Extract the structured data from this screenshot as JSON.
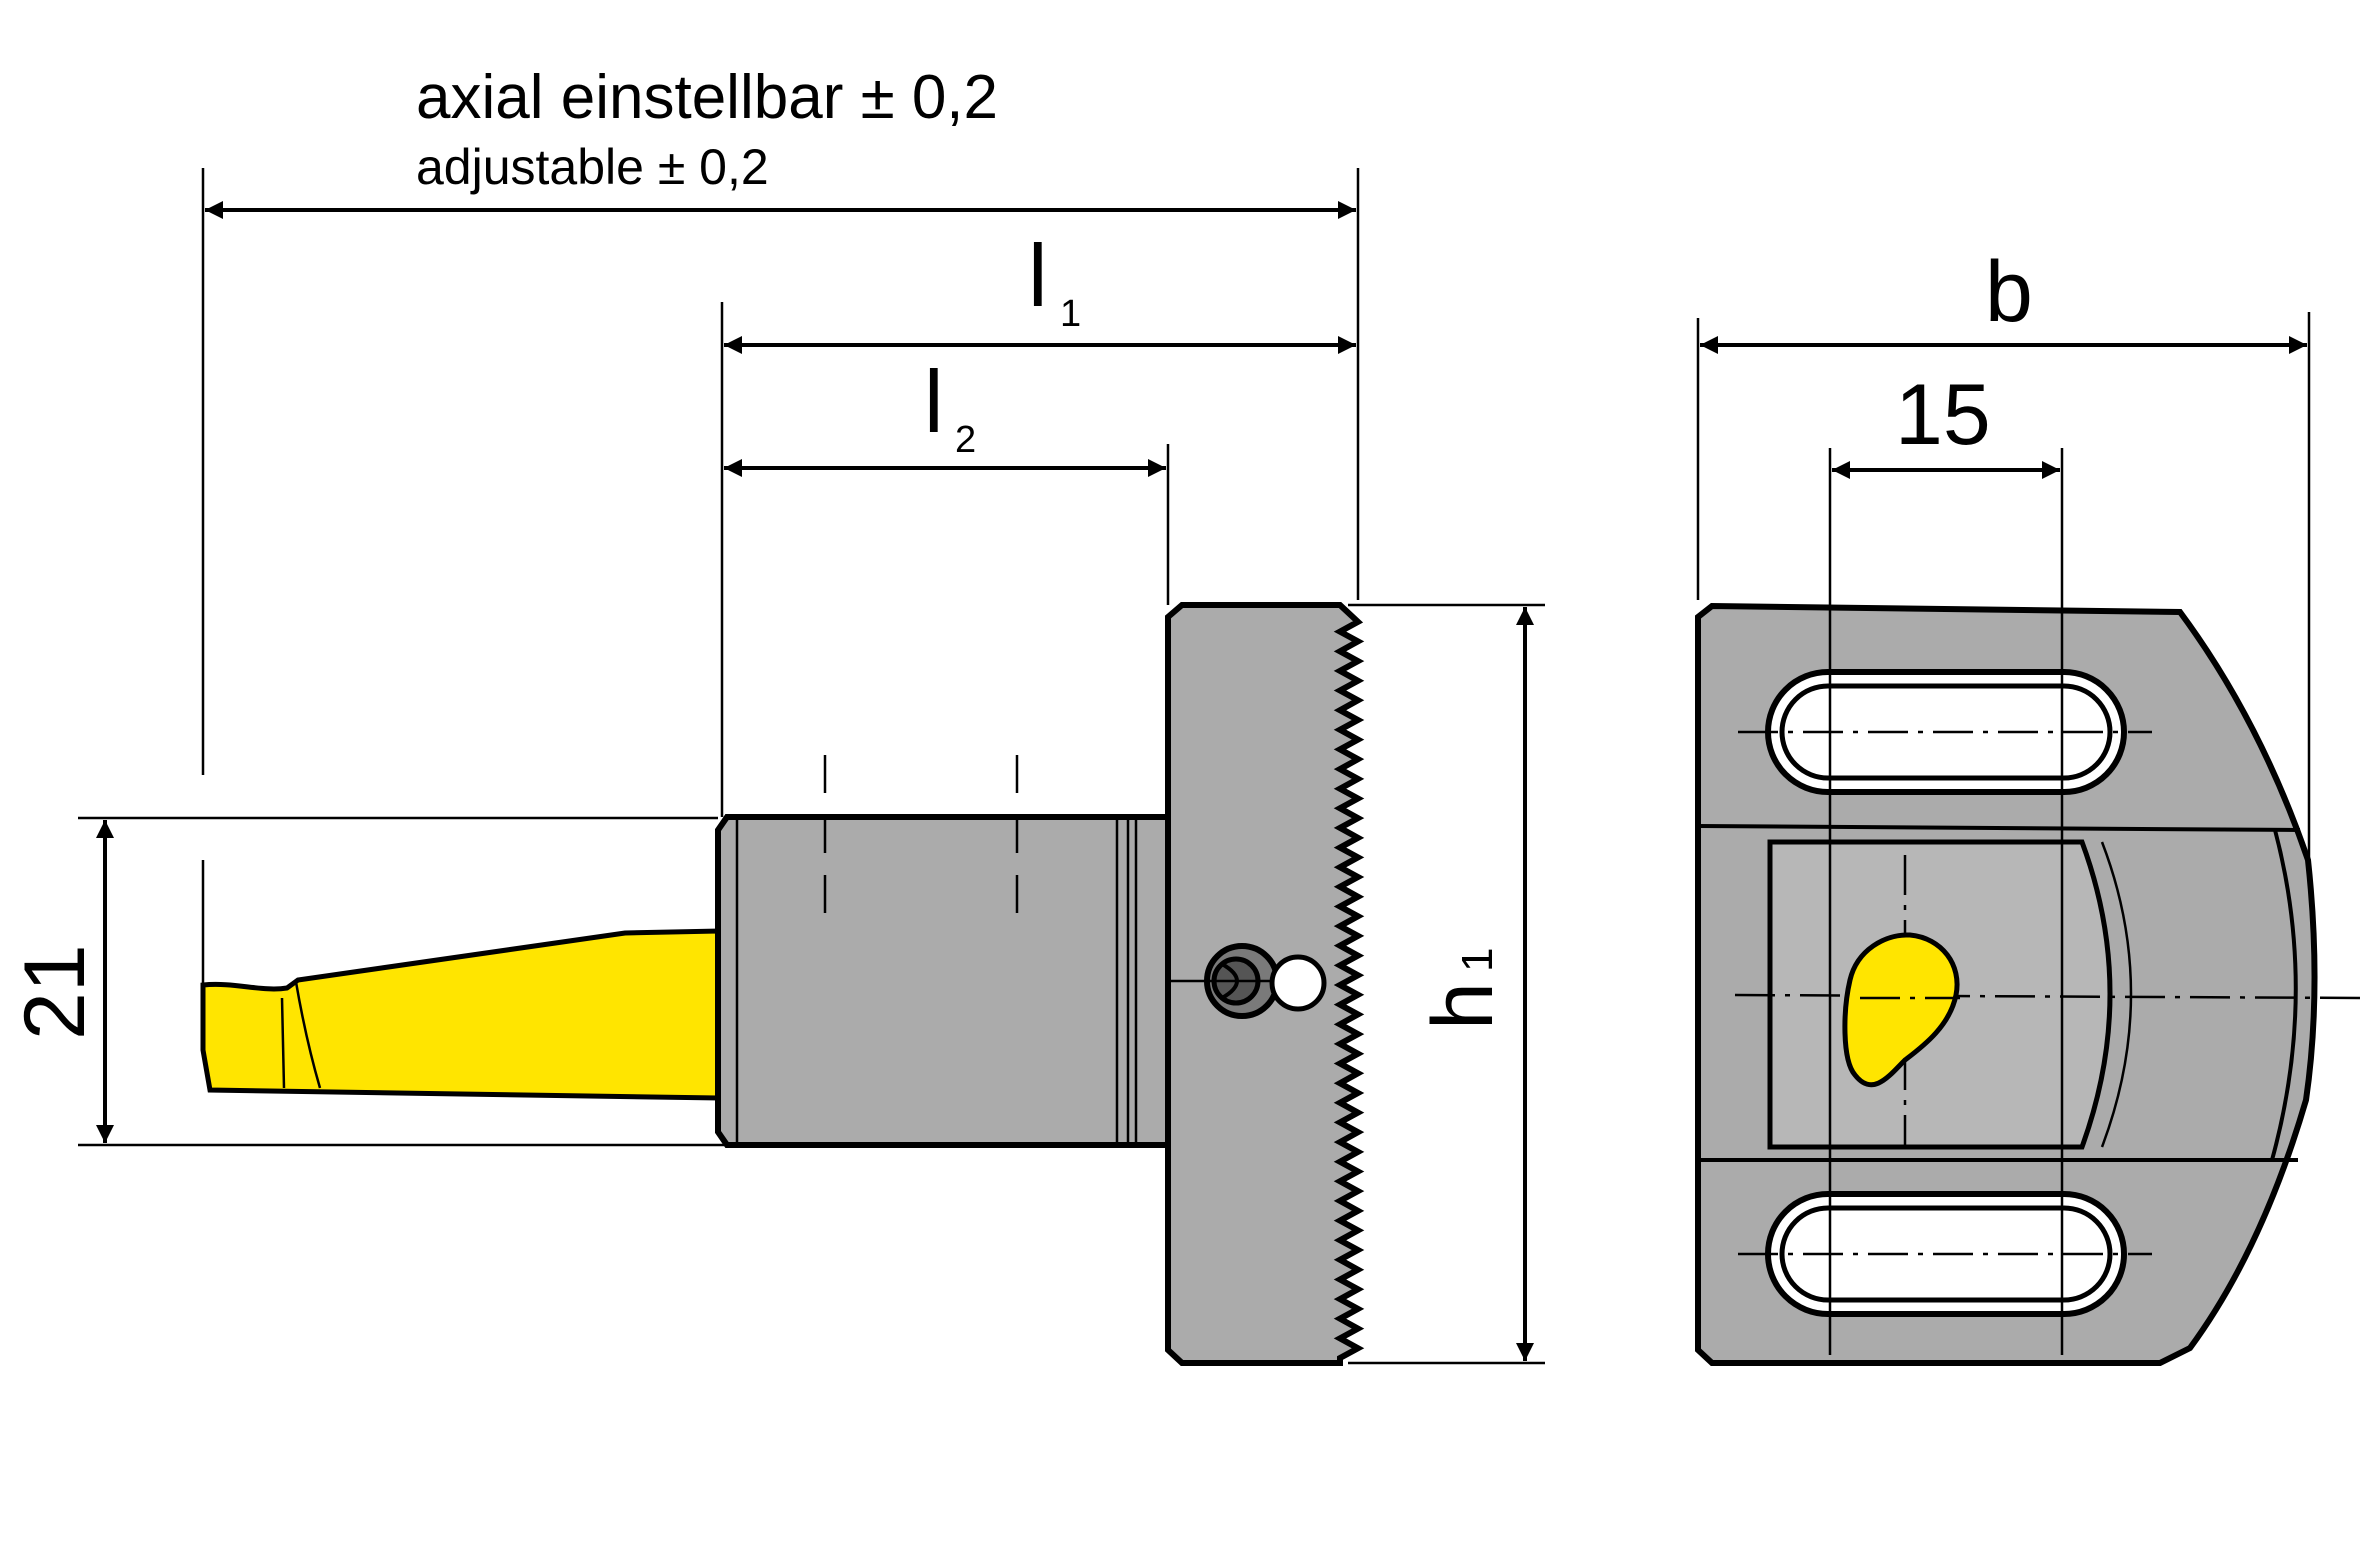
{
  "annotations": {
    "axial_de": "axial einstellbar ± 0,2",
    "axial_en": "adjustable ± 0,2"
  },
  "dimensions": {
    "l1": {
      "letter": "l",
      "sub": "1"
    },
    "l2": {
      "letter": "l",
      "sub": "2"
    },
    "h1": {
      "letter": "h",
      "sub": "1"
    },
    "b": "b",
    "slot_spacing": "15",
    "height_21": "21"
  },
  "colors": {
    "body_gray": "#ababab",
    "insert_yellow": "#ffe500",
    "line": "#000000",
    "background": "#ffffff"
  }
}
